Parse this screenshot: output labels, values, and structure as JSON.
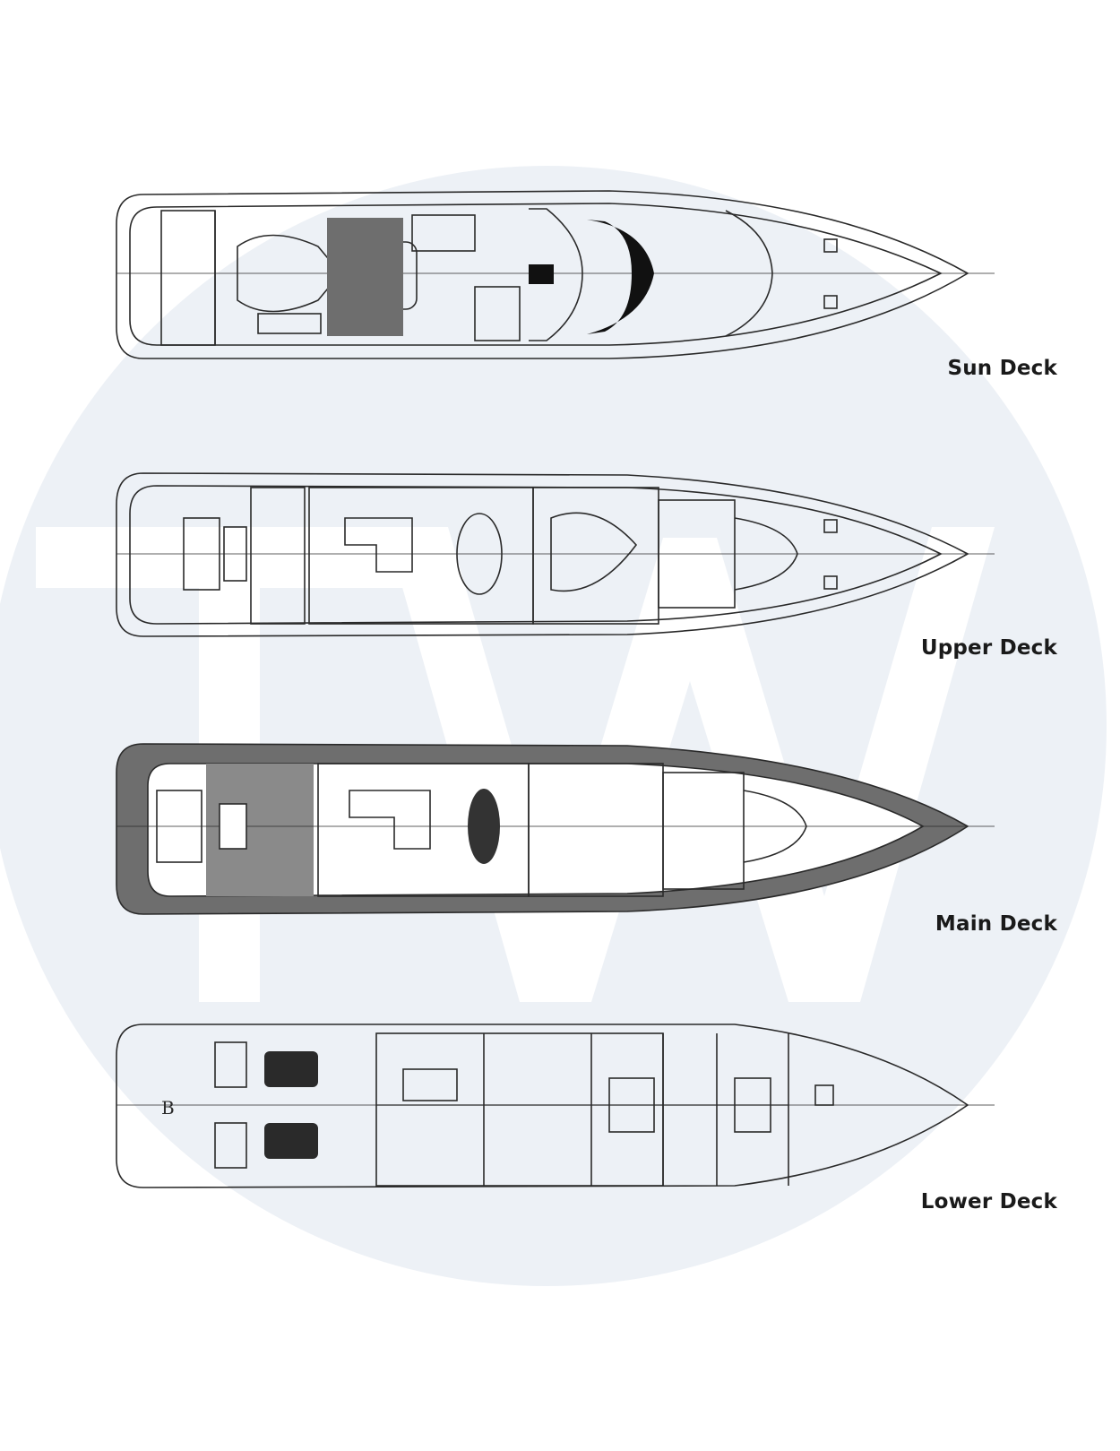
{
  "decks": [
    {
      "id": "sun",
      "label": "Sun Deck"
    },
    {
      "id": "upper",
      "label": "Upper Deck"
    },
    {
      "id": "main",
      "label": "Main Deck"
    },
    {
      "id": "lower",
      "label": "Lower Deck"
    }
  ],
  "watermark": {
    "letters": "TW",
    "color": "#edf1f6"
  },
  "lower_deck_mark": "B",
  "colors": {
    "ink": "#2a2a2a",
    "teak": "#6e6e6e",
    "background": "#ffffff"
  }
}
